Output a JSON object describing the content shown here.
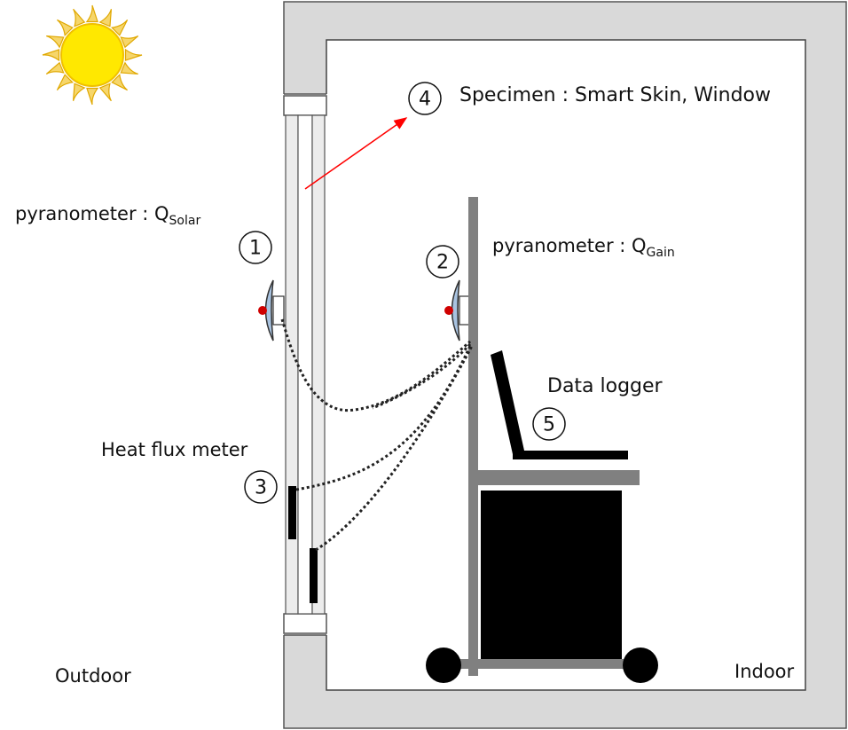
{
  "labels": {
    "specimen": "Specimen : Smart Skin, Window",
    "pyranometer_solar": "pyranometer : Q",
    "pyranometer_solar_sub": "Solar",
    "pyranometer_gain": "pyranometer : Q",
    "pyranometer_gain_sub": "Gain",
    "heat_flux_meter": "Heat flux meter",
    "data_logger": "Data logger",
    "outdoor": "Outdoor",
    "indoor": "Indoor"
  },
  "markers": {
    "m1": "1",
    "m2": "2",
    "m3": "3",
    "m4": "4",
    "m5": "5"
  },
  "colors": {
    "chamber_wall": "#d9d9d9",
    "arrow": "#ff0000",
    "sun": "#ffe000",
    "sun_rays": "#f3c200",
    "pyranometer_dome": "#a9c3e0",
    "sensor_dot": "#d00000",
    "cart_frame": "#808080"
  }
}
